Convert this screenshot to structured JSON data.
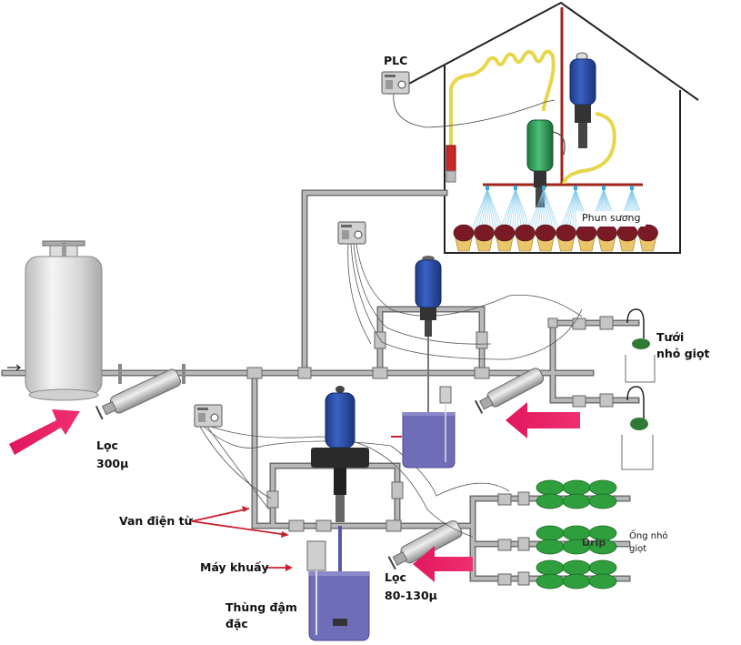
{
  "diagram": {
    "title": "",
    "labels": {
      "plc": "PLC",
      "mist": "Phun sương",
      "drip_line1": "Tưới",
      "drip_line2": "nhỏ giọt",
      "filter300_line1": "Lọc",
      "filter300_line2": "300µ",
      "solenoid": "Van điện từ",
      "mixer": "Máy khuấy",
      "tank_line1": "Thùng đậm",
      "tank_line2": "đặc",
      "filter80_line1": "Lọc",
      "filter80_line2": "80-130µ",
      "drip_tube_line1": "Ống nhỏ",
      "drip_tube_line2": "giọt",
      "drip_sign": "Drip"
    },
    "colors": {
      "pipe": "#9a9a9a",
      "pipe_edge": "#6e6e6e",
      "flow_arrow": "#e0175f",
      "pointer_arrow": "#cc1f2e",
      "dosing_blue": "#2c4fa3",
      "dosing_green": "#2f9a55",
      "hose_yellow": "#e8d64a",
      "greenhouse_pipe": "#a0251c",
      "tank_liquid": "#6f6cb8",
      "plants_green": "#2f9e3c",
      "flowers_red": "#7a1a24",
      "mist": "#7fc7ea"
    }
  }
}
